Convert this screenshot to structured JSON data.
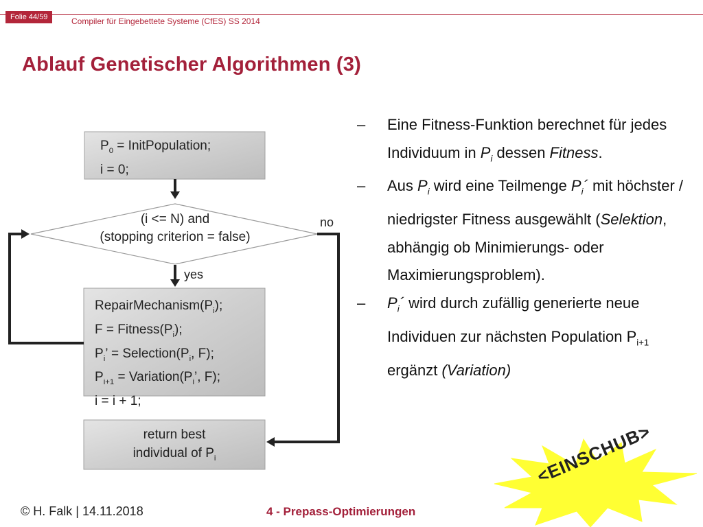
{
  "header": {
    "slide_number": "Folie 44/59",
    "course": "Compiler für Eingebettete Systeme (CfES) SS 2014"
  },
  "title": "Ablauf Genetischer Algorithmen (3)",
  "flowchart": {
    "init_line1_pre": "P",
    "init_line1_sub": "0",
    "init_line1_post": " = InitPopulation;",
    "init_line2": "i = 0;",
    "cond_line1": "(i <= N) and",
    "cond_line2": "(stopping criterion = false)",
    "label_no": "no",
    "label_yes": "yes",
    "body_l1a": "RepairMechanism(P",
    "body_l1s": "i",
    "body_l1b": ");",
    "body_l2a": "F = Fitness(P",
    "body_l2s": "i",
    "body_l2b": ");",
    "body_l3a": "P",
    "body_l3s": "i",
    "body_l3b": "’ = Selection(P",
    "body_l3s2": "i",
    "body_l3c": ", F);",
    "body_l4a": "P",
    "body_l4s": "i+1",
    "body_l4b": " = Variation(P",
    "body_l4s2": "i",
    "body_l4c": "’, F);",
    "body_l5": "i = i + 1;",
    "ret_line1": "return best",
    "ret_line2a": "individual of P",
    "ret_line2s": "i"
  },
  "bullets": {
    "dash": "–",
    "b1_a": "Eine Fitness-Funktion berechnet für jedes Individuum in ",
    "b1_P": "P",
    "b1_s": "i",
    "b1_b": " dessen ",
    "b1_c": "Fitness",
    "b1_d": ".",
    "b2_a": "Aus ",
    "b2_P": "P",
    "b2_s": "i",
    "b2_b": " wird eine Teilmenge ",
    "b2_P2": "P",
    "b2_s2": "i",
    "b2_p2": "´",
    "b2_c": " mit höchster / niedrigster Fitness ausgewählt (",
    "b2_d": "Selektion",
    "b2_e": ", abhängig ob Minimierungs- oder Maximierungsproblem).",
    "b3_P": "P",
    "b3_s": "i",
    "b3_p": "´",
    "b3_a": " wird durch zufällig generierte neue Individuen zur nächsten Population ",
    "b3_P2": "P",
    "b3_s2": "i+1",
    "b3_b": " ergänzt ",
    "b3_c": "(Variation)"
  },
  "footer": {
    "left": "© H. Falk | 14.11.2018",
    "center": "4 - Prepass-Optimierungen"
  },
  "stamp": {
    "text": "<EINSCHUB>",
    "fill": "#ffff33",
    "text_color": "#222222"
  },
  "colors": {
    "accent": "#a3203a",
    "box_fill": "#c8c8c8"
  }
}
